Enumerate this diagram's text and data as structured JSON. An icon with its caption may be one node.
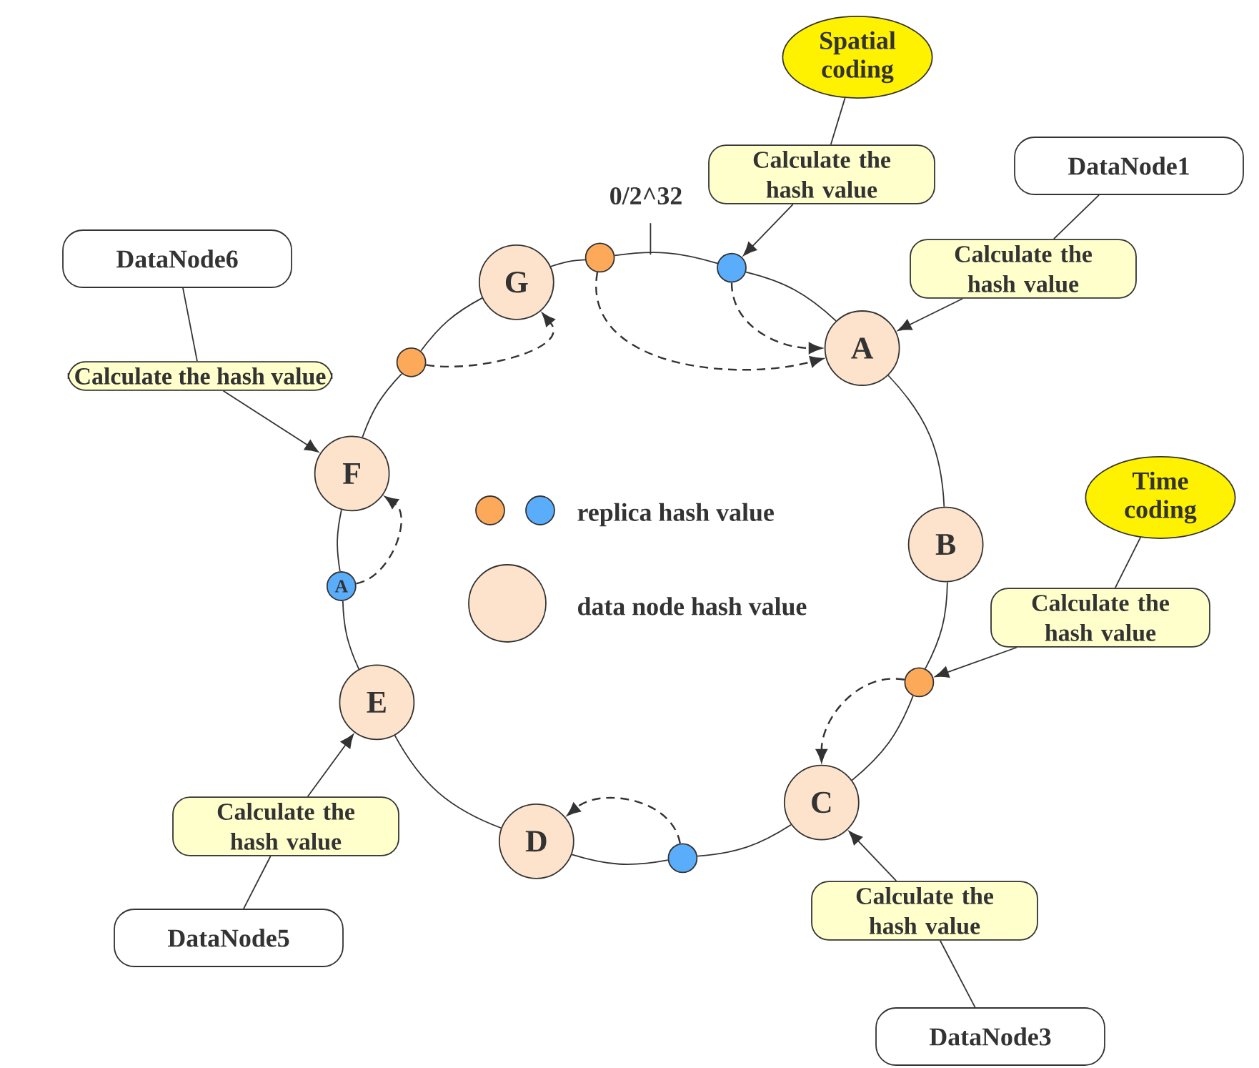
{
  "diagram": {
    "nodes": [
      {
        "text": [
          "Spatial coding"
        ]
      },
      {
        "text": [
          "Calculate the hash value"
        ]
      },
      {
        "text": [
          "DataNode1"
        ]
      },
      {
        "text": [
          "Calculate the hash value"
        ]
      },
      {
        "text": [
          "DataNode6"
        ]
      },
      {
        "text": [
          "Calculate the hash value"
        ]
      },
      {
        "text": [
          "G"
        ]
      },
      {
        "text": [],
        "shape": "circle"
      },
      {
        "text": [],
        "shape": "circle"
      },
      {
        "text": [
          "A"
        ]
      },
      {
        "text": [
          "Time coding"
        ]
      },
      {
        "text": [
          "Calculate the hash value"
        ]
      },
      {
        "text": [
          "B"
        ]
      },
      {
        "text": [
          "F"
        ]
      },
      {
        "text": [],
        "shape": "circle"
      },
      {
        "text": [
          "A"
        ]
      },
      {
        "text": [],
        "shape": "circle"
      },
      {
        "text": [
          "E"
        ]
      },
      {
        "text": [
          "C"
        ]
      },
      {
        "text": [
          "D"
        ]
      },
      {
        "text": [],
        "shape": "circle"
      },
      {
        "text": [
          "Calculate the hash value"
        ]
      },
      {
        "text": [
          "Calculate the hash value"
        ]
      },
      {
        "text": [
          "DataNode5"
        ]
      },
      {
        "text": [
          "DataNode3"
        ]
      }
    ],
    "edges": [
      {
        "from": 6,
        "to": 7,
        "arrow": "none"
      },
      {
        "from": 7,
        "to": 8,
        "arrow": "none"
      },
      {
        "from": 8,
        "to": 9,
        "arrow": "none"
      },
      {
        "from": 9,
        "to": 12,
        "arrow": "none"
      },
      {
        "from": 12,
        "to": 16,
        "arrow": "none"
      },
      {
        "from": 16,
        "to": 18,
        "arrow": "none"
      },
      {
        "from": 18,
        "to": 20,
        "arrow": "none"
      },
      {
        "from": 20,
        "to": 19,
        "arrow": "none"
      },
      {
        "from": 19,
        "to": 17,
        "arrow": "none"
      },
      {
        "from": 17,
        "to": 15,
        "arrow": "none"
      },
      {
        "from": 15,
        "to": 13,
        "arrow": "none"
      },
      {
        "from": 13,
        "to": 14,
        "arrow": "none"
      },
      {
        "from": 14,
        "to": 6,
        "arrow": "none"
      },
      {
        "from": 7,
        "to": 9,
        "arrow": "to",
        "style": "dashed"
      },
      {
        "from": 8,
        "to": 9,
        "arrow": "to",
        "style": "dashed"
      },
      {
        "from": 14,
        "to": 6,
        "arrow": "to",
        "style": "dashed"
      },
      {
        "from": 15,
        "to": 13,
        "arrow": "to",
        "style": "dashed"
      },
      {
        "from": 16,
        "to": 18,
        "arrow": "to",
        "style": "dashed"
      },
      {
        "from": 20,
        "to": 19,
        "arrow": "to",
        "style": "dashed"
      },
      {
        "from": 0,
        "to": 1,
        "arrow": "none"
      },
      {
        "from": 1,
        "to": 8,
        "arrow": "to"
      },
      {
        "from": 2,
        "to": 3,
        "arrow": "none"
      },
      {
        "from": 3,
        "to": 9,
        "arrow": "to"
      },
      {
        "from": 4,
        "to": 5,
        "arrow": "none"
      },
      {
        "from": 5,
        "to": 13,
        "arrow": "to"
      },
      {
        "from": 10,
        "to": 11,
        "arrow": "none"
      },
      {
        "from": 11,
        "to": 16,
        "arrow": "to"
      },
      {
        "from": 24,
        "to": 22,
        "arrow": "none"
      },
      {
        "from": 22,
        "to": 18,
        "arrow": "to"
      },
      {
        "from": 23,
        "to": 21,
        "arrow": "none"
      },
      {
        "from": 21,
        "to": 17,
        "arrow": "to"
      }
    ],
    "labels": [
      "0/2^32"
    ],
    "legend": [
      {
        "text": "replica hash value"
      },
      {
        "text": "data node hash value"
      }
    ]
  }
}
